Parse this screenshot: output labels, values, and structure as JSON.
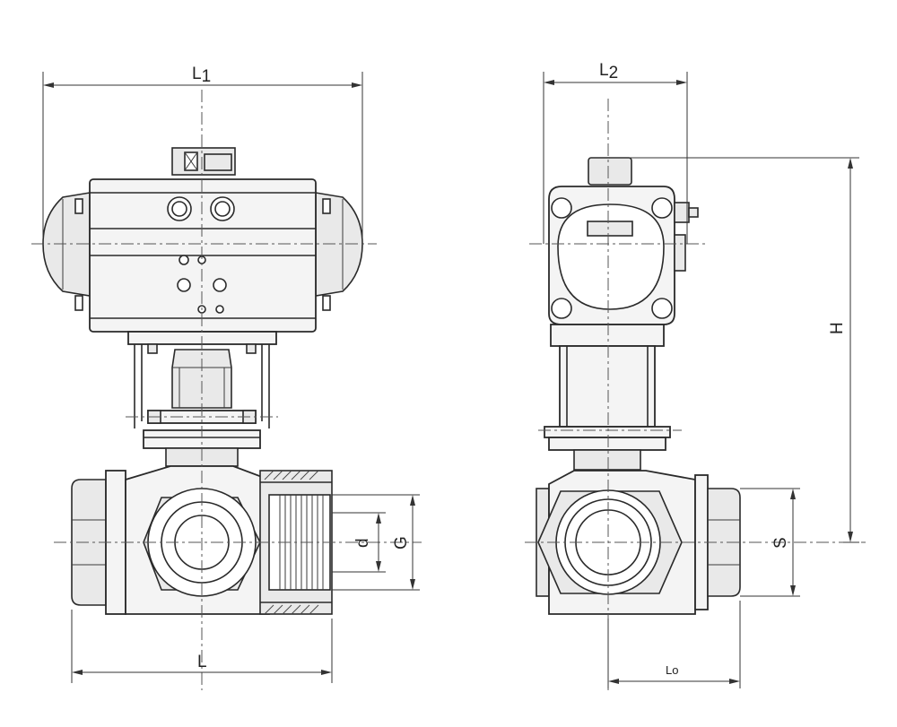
{
  "labels": {
    "L1_main": "L",
    "L1_sub": "1",
    "L2_main": "L",
    "L2_sub": "2",
    "H": "H",
    "L": "L",
    "d": "d",
    "G": "G",
    "S": "S",
    "Lo": "Lo"
  }
}
